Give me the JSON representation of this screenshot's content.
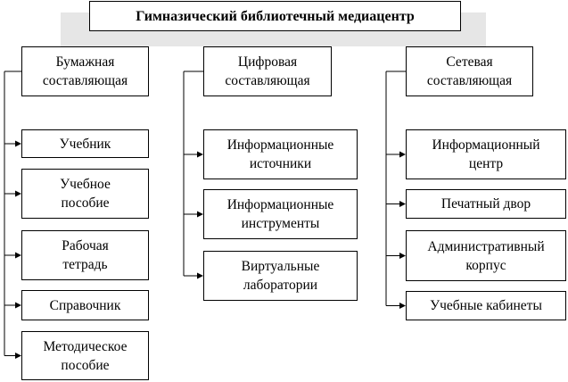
{
  "header": {
    "title": "Гимназический библиотечный медиацентр",
    "band_color": "#e6e6e6"
  },
  "columns": [
    {
      "label": [
        "Бумажная",
        "составляющая"
      ],
      "items": [
        [
          "Учебник"
        ],
        [
          "Учебное",
          "пособие"
        ],
        [
          "Рабочая",
          "тетрадь"
        ],
        [
          "Справочник"
        ],
        [
          "Методическое",
          "пособие"
        ]
      ]
    },
    {
      "label": [
        "Цифровая",
        "составляющая"
      ],
      "items": [
        [
          "Информационные",
          "источники"
        ],
        [
          "Информационные",
          "инструменты"
        ],
        [
          "Виртуальные",
          "лаборатории"
        ]
      ]
    },
    {
      "label": [
        "Сетевая",
        "составляющая"
      ],
      "items": [
        [
          "Информационный",
          "центр"
        ],
        [
          "Печатный двор"
        ],
        [
          "Административный",
          "корпус"
        ],
        [
          "Учебные кабинеты"
        ]
      ]
    }
  ]
}
